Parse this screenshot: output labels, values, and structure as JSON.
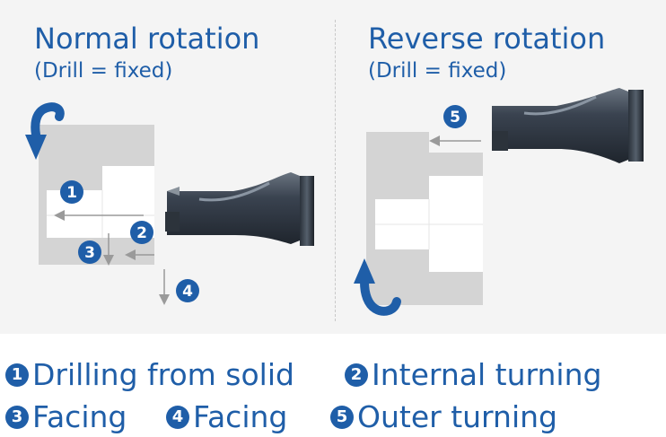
{
  "left_panel": {
    "title": "Normal rotation",
    "subtitle": "(Drill = fixed)"
  },
  "right_panel": {
    "title": "Reverse rotation",
    "subtitle": "(Drill = fixed)"
  },
  "markers": {
    "m1": "1",
    "m2": "2",
    "m3": "3",
    "m4": "4",
    "m5": "5"
  },
  "legend": [
    {
      "num": "1",
      "label": "Drilling from solid"
    },
    {
      "num": "2",
      "label": "Internal turning"
    },
    {
      "num": "3",
      "label": "Facing"
    },
    {
      "num": "4",
      "label": "Facing"
    },
    {
      "num": "5",
      "label": "Outer turning"
    }
  ],
  "colors": {
    "brand_blue": "#1f5ea8",
    "workpiece_gray": "#d4d4d4",
    "tool_dark": "#3a4350",
    "arrow_gray": "#9a9a9a"
  },
  "icons": [
    "rotation-arrow-down-icon",
    "rotation-arrow-up-icon",
    "drill-tool-icon"
  ]
}
